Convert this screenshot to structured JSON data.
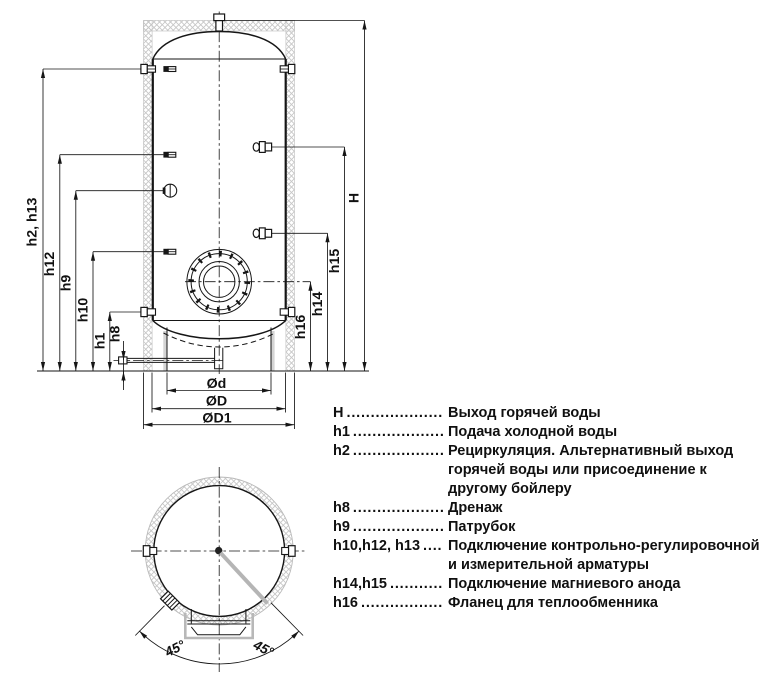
{
  "labels": {
    "h2_h13": "h2, h13",
    "h12": "h12",
    "h9": "h9",
    "h10": "h10",
    "h1": "h1",
    "h8": "h8",
    "H": "H",
    "h15": "h15",
    "h14": "h14",
    "h16": "h16",
    "dia_d": "Ød",
    "dia_D": "ØD",
    "dia_D1": "ØD1",
    "angle_left": "45°",
    "angle_right": "45°"
  },
  "legend": {
    "leader_dots": "..............................................................",
    "rows": [
      {
        "label": "H",
        "desc": "Выход горячей воды"
      },
      {
        "label": "h1",
        "desc": "Подача холодной воды"
      },
      {
        "label": "h2",
        "desc": "Рециркуляция. Альтернативный выход\nгорячей воды или присоединение к\nдругому бойлеру"
      },
      {
        "label": "h8",
        "desc": "Дренаж"
      },
      {
        "label": "h9",
        "desc": "Патрубок"
      },
      {
        "label": "h10,h12, h13",
        "desc": "Подключение контрольно-регулировочной\nи измерительной арматуры"
      },
      {
        "label": "h14,h15",
        "desc": "Подключение магниевого анода"
      },
      {
        "label": "h16",
        "desc": "Фланец для теплообменника"
      }
    ]
  },
  "colors": {
    "line": "#161616",
    "insulation_hatch": "#c7c7c7",
    "gray_part": "#b8b8b8",
    "background": "#ffffff"
  }
}
